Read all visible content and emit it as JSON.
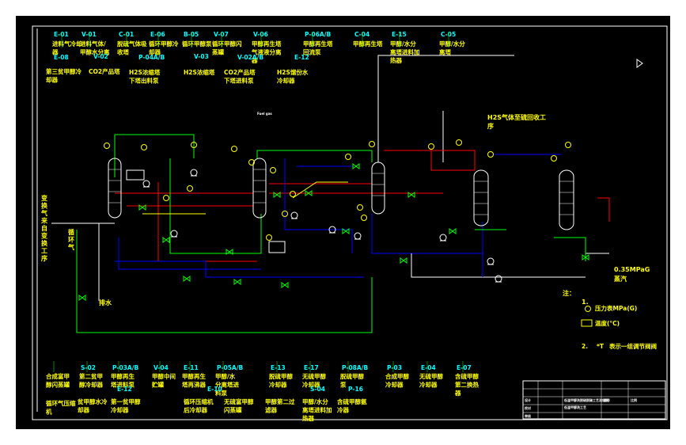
{
  "colors": {
    "bg": "#000000",
    "text": "#ffff00",
    "code": "#00ffff",
    "process": "#ff0000",
    "aux": "#00ff00",
    "water": "#0000ff",
    "line": "#ffffff",
    "equipment": "#ffffff"
  },
  "top_legend": {
    "codes": [
      "E-01",
      "V-01",
      "C-01",
      "E-06",
      "B-05",
      "V-07",
      "V-06",
      "P-06A/B",
      "C-04",
      "E-15",
      "C-05",
      "E-08",
      "V-02",
      "P-04A/B",
      "V-03",
      "V-02A/B",
      "E-12"
    ],
    "names": [
      "进料气冷却器",
      "进料气体/甲醇水分离",
      "脱硫气体吸收塔",
      "循环甲醇冷却器",
      "循环甲醇泵",
      "循环甲醇闪蒸罐",
      "甲醇再生塔气液液分离器",
      "甲醇再生塔回流泵",
      "甲醇再生塔",
      "甲醇/水分离塔进料加热器",
      "甲醇/水分离塔",
      "第三贫甲醇冷却器",
      "CO2产品塔",
      "H2S浓缩塔下塔出料泵",
      "H2S浓缩塔",
      "CO2产品塔下塔进料泵",
      "H2S馏份水冷却器"
    ]
  },
  "bottom_legend": {
    "codes": [
      "S-02",
      "P-03A/B",
      "V-04",
      "E-11",
      "P-05A/B",
      "E-13",
      "E-17",
      "P-08A/B",
      "P-03",
      "E-04",
      "E-07",
      "E-10",
      "S-04",
      "P-16"
    ],
    "names": [
      "合成富甲醇闪蒸罐",
      "第二贫甲醇冷却器",
      "甲醇再生塔进料泵",
      "甲醇中间贮罐",
      "甲醇再生塔再沸器",
      "甲醇/水分离塔进料泵",
      "脱硫甲醇冷却器",
      "无硫甲醇冷却器",
      "脱硫甲醇泵",
      "合成甲醇冷却器",
      "无硫甲醇冷却器",
      "含硫甲醇第二换热器",
      "循环气压缩机",
      "贫甲醇水冷却器",
      "第一贫甲醇冷却器",
      "循环压缩机后冷却器",
      "无硫富甲醇闪蒸罐",
      "甲醇第二过滤器",
      "甲醇/水分离塔进料加热器",
      "含硫甲醇氨冷器"
    ]
  },
  "labels": {
    "h2s_to_recovery": "H2S气体至硫回收工序",
    "feed_gas": "变换气来自变换工序",
    "recycle_gas": "循环气",
    "drain": "排水",
    "steam": "0.35MPaG蒸汽",
    "fuel_gas": "Fuel gas"
  },
  "notes": {
    "note_title": "注：",
    "n1": "1.",
    "pressure_symbol": "压力表MPa(G)",
    "temp_symbol": "温度(°C)",
    "n2": "2.",
    "n2_symbol": "*T",
    "n2_text": "表示一组调节阀阀"
  },
  "title_block": {
    "drawing_title": "低温甲醇洗脱硫脱碳工艺流程图",
    "sub_title": "低温甲醇洗工艺",
    "design": "设计",
    "check": "校对",
    "approve": "审核",
    "drawing_no": "图号",
    "scale": "比例"
  }
}
